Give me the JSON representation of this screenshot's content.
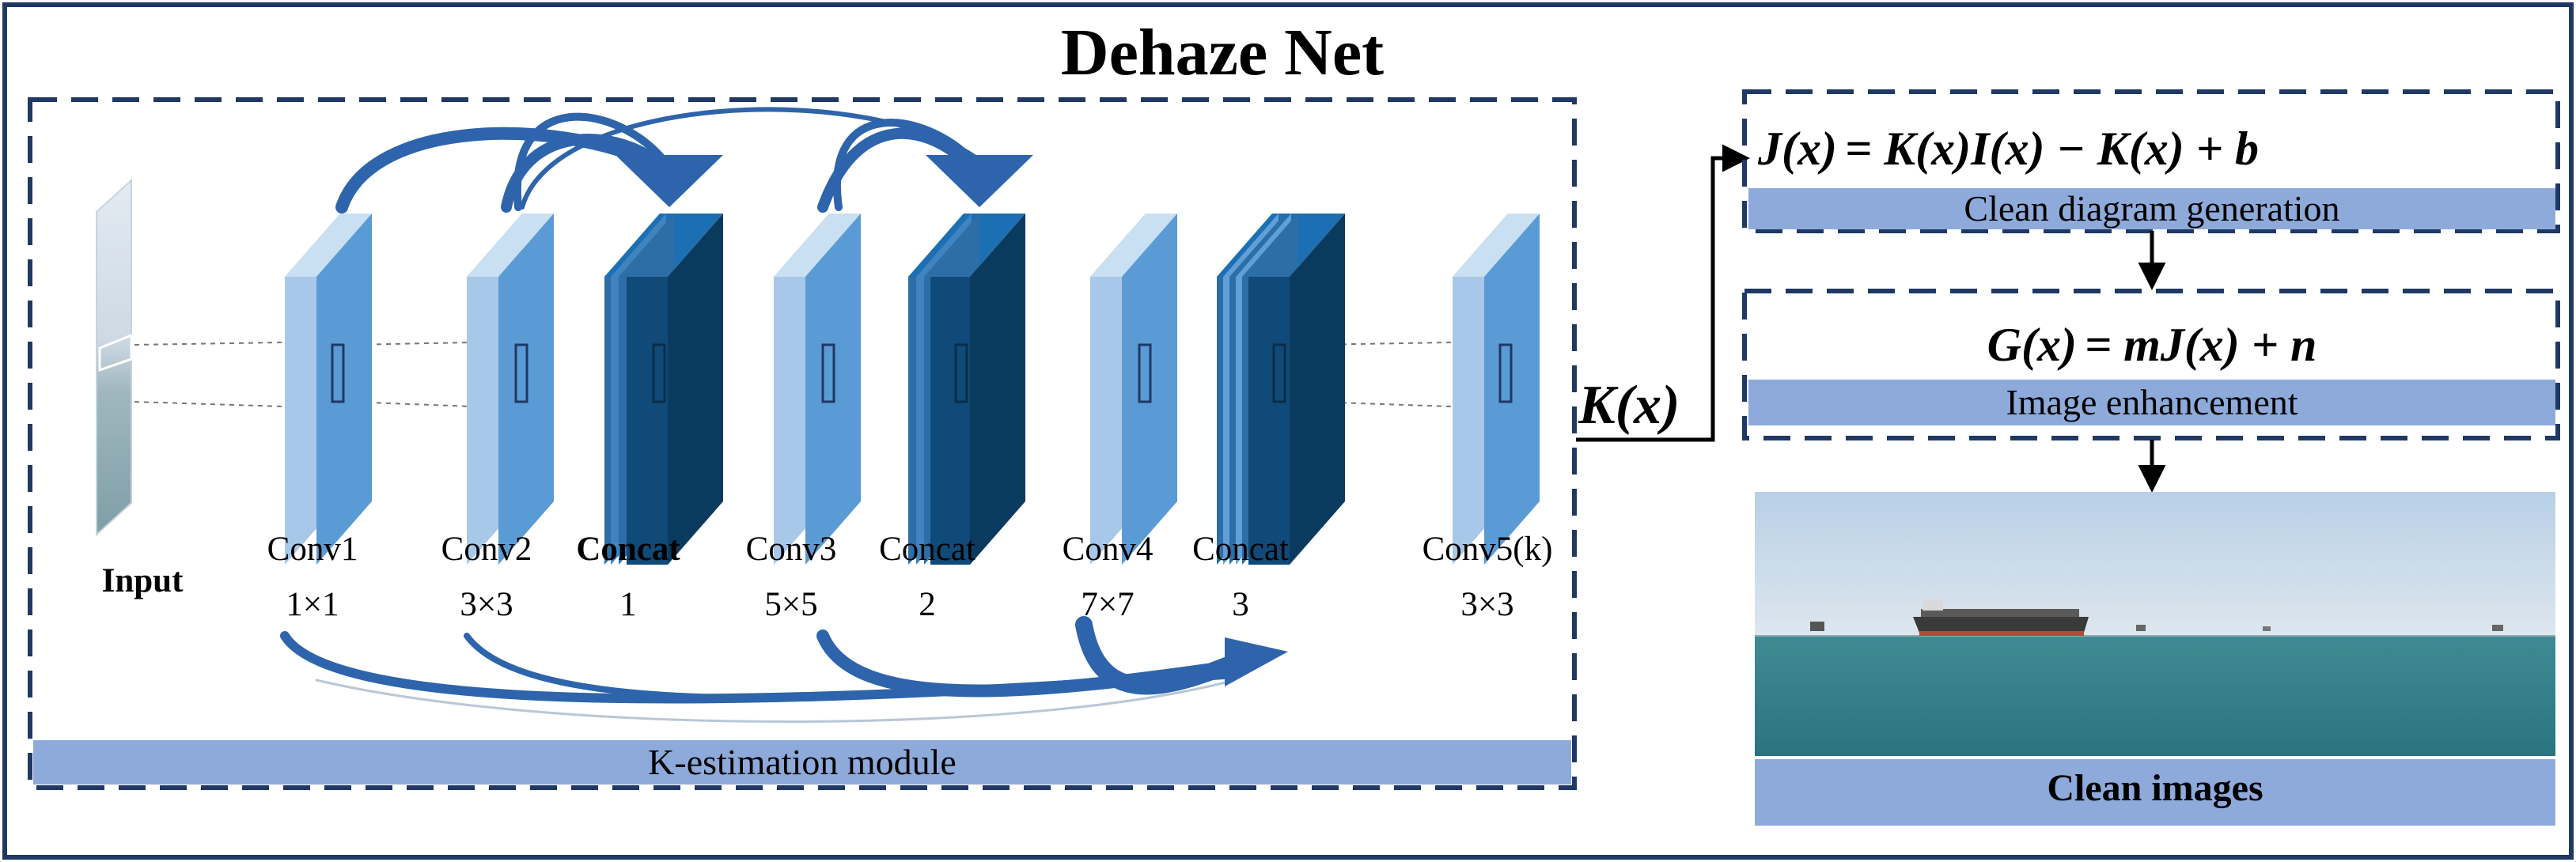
{
  "title": "Dehaze Net",
  "module_label": "K-estimation module",
  "layers": [
    {
      "name": "Input",
      "size": ""
    },
    {
      "name": "Conv1",
      "size": "1×1"
    },
    {
      "name": "Conv2",
      "size": "3×3"
    },
    {
      "name": "Concat",
      "size": "1"
    },
    {
      "name": "Conv3",
      "size": "5×5"
    },
    {
      "name": "Concat",
      "size": "2"
    },
    {
      "name": "Conv4",
      "size": "7×7"
    },
    {
      "name": "Concat",
      "size": "3"
    },
    {
      "name": "Conv5(k)",
      "size": "3×3"
    }
  ],
  "k_output": "K(x)",
  "equation_1": {
    "lhs": "J(x)",
    "rhs": "= K(x)I(x) − K(x) + b"
  },
  "step_1": "Clean diagram generation",
  "equation_2": {
    "lhs": "G(x)",
    "rhs": "= mJ(x) + n"
  },
  "step_2": "Image enhancement",
  "output_label": "Clean images",
  "colors": {
    "border_navy": "#1f3864",
    "bar_blue": "#8eaadb",
    "conv_light": "#5b9bd5",
    "concat_dark": "#0b3a5f",
    "arrow_blue": "#2e64ab"
  }
}
